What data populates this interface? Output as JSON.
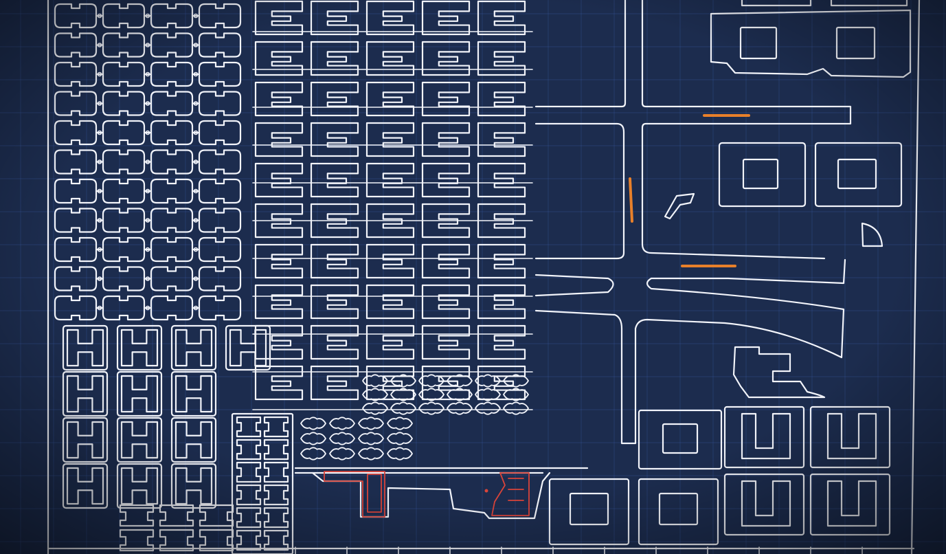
{
  "app": {
    "kind": "cad-laser-cut-layout",
    "background_color": "#1a2a4a",
    "grid_color": "#3a5ea8",
    "outline_color": "#f2f4fa",
    "accent_orange": "#e8802a",
    "accent_red": "#d9443a"
  },
  "layers": [
    {
      "name": "cut-outlines",
      "color": "#f2f4fa"
    },
    {
      "name": "engrave-orange",
      "color": "#e8802a"
    },
    {
      "name": "engrave-red",
      "color": "#d9443a"
    }
  ]
}
